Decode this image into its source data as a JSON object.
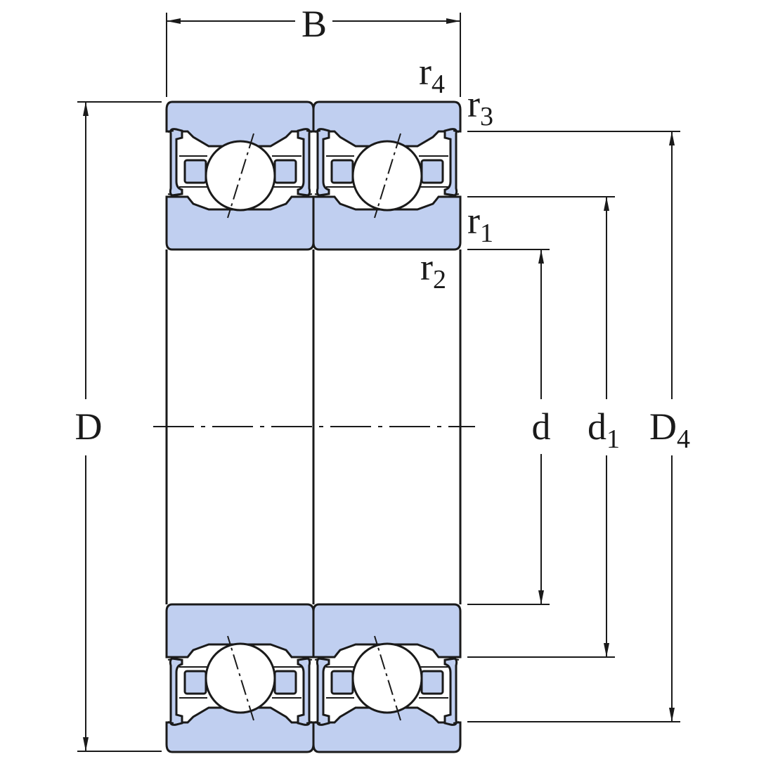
{
  "labels": {
    "B": "B",
    "D": "D",
    "d": "d",
    "d1_main": "d",
    "d1_sub": "1",
    "D4_main": "D",
    "D4_sub": "4",
    "r1_main": "r",
    "r1_sub": "1",
    "r2_main": "r",
    "r2_sub": "2",
    "r3_main": "r",
    "r3_sub": "3",
    "r4_main": "r",
    "r4_sub": "4"
  },
  "colors": {
    "ring_fill": "#c0cff0",
    "line": "#1a1a1a",
    "background": "#ffffff"
  }
}
